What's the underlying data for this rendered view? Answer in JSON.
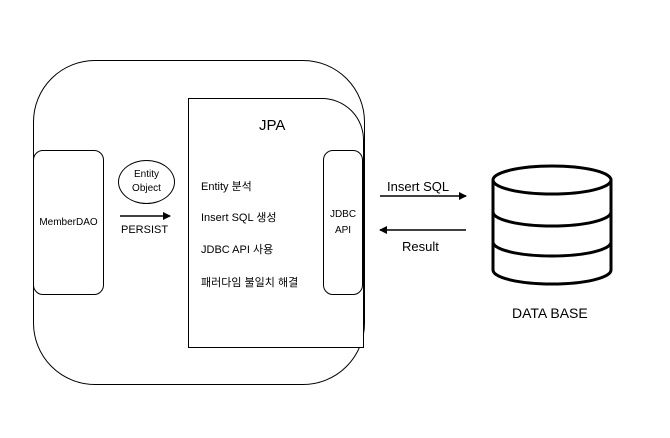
{
  "jpa": {
    "title": "JPA",
    "steps": [
      "Entity 분석",
      "Insert SQL 생성",
      "JDBC API 사용",
      "패러다임 불일치 해결"
    ]
  },
  "member_dao": {
    "label": "MemberDAO"
  },
  "entity_object": {
    "label": "Entity\nObject"
  },
  "persist": {
    "label": "PERSIST"
  },
  "jdbc_api": {
    "label": "JDBC\nAPI"
  },
  "arrows": {
    "insert_sql": "Insert SQL",
    "result": "Result"
  },
  "database": {
    "label": "DATA BASE",
    "icon": "database-icon"
  },
  "colors": {
    "stroke": "#000000",
    "background": "#ffffff"
  }
}
